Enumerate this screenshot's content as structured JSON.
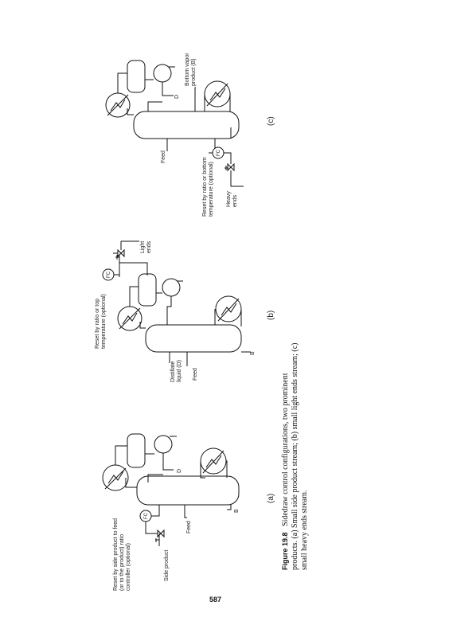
{
  "figure": {
    "caption_label": "Figure 19.8",
    "caption_text": "Sidedraw control configurations, two prominent products. (a) Small side product stream; (b) small light ends stream; (c) small heavy ends stream.",
    "page_number": "587"
  },
  "diagram_a": {
    "sublabel": "(a)",
    "note": "Reset by side product to feed (or to the product) ratio controller (optional)",
    "side_product": "Side product",
    "feed": "Feed",
    "fc": "FC",
    "distillate": "D",
    "bottoms": "B"
  },
  "diagram_b": {
    "sublabel": "(b)",
    "note": "Reset by ratio or top temperature (optional)",
    "light_ends": "Light ends",
    "distillate_liquid": "Distillate liquid (D)",
    "feed": "Feed",
    "fc": "FC",
    "bottoms": "B"
  },
  "diagram_c": {
    "sublabel": "(c)",
    "bottom_vapor": "Bottom vapor product (B)",
    "distillate": "D",
    "feed": "Feed",
    "note": "Reset by ratio or bottom temperature (optional)",
    "heavy_ends": "Heavy ends",
    "fc": "FC"
  }
}
